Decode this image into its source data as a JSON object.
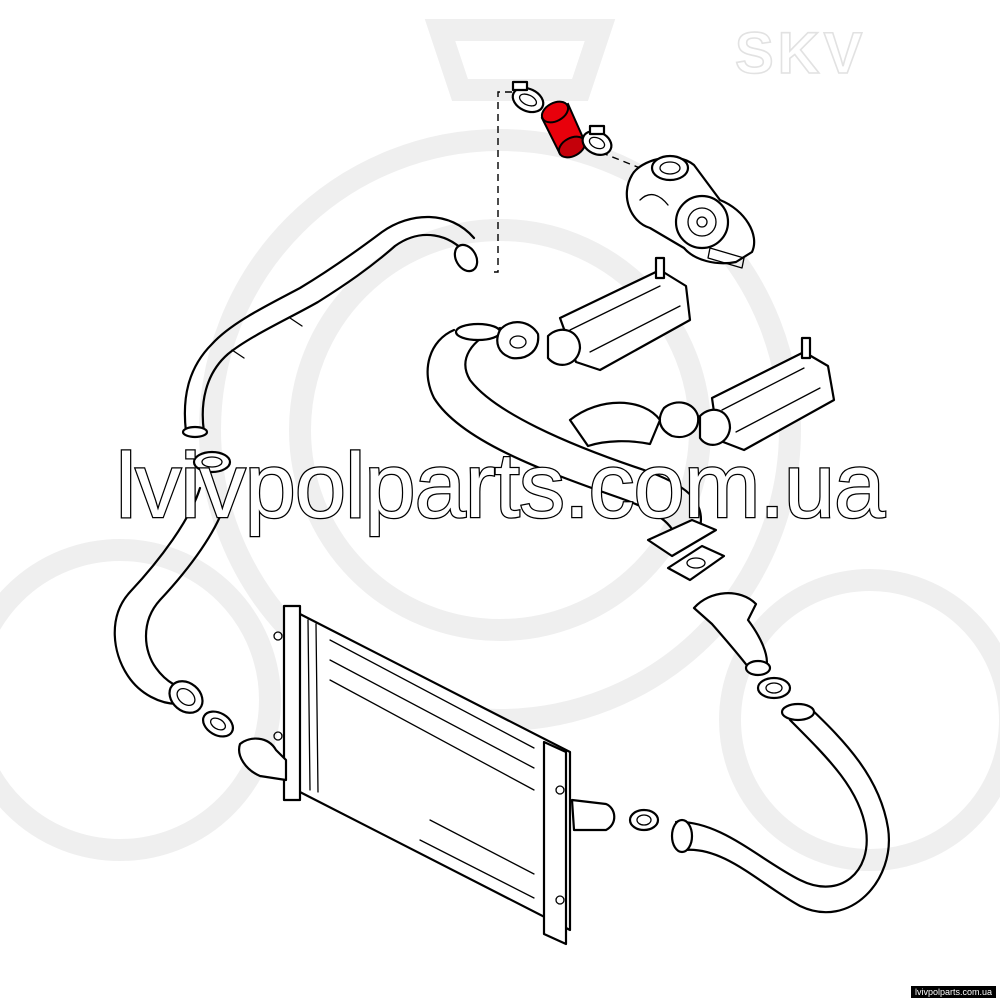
{
  "watermark": {
    "site_text": "lvivpolparts.com.ua"
  },
  "brand_logo": {
    "text": "SKV"
  },
  "credit": {
    "text": "lvivpolparts.com.ua"
  },
  "colors": {
    "highlight": "#e8000b",
    "line": "#000000",
    "background": "#ffffff"
  },
  "highlighted_part": {
    "icon": "intake-hose-sleeve-icon"
  }
}
